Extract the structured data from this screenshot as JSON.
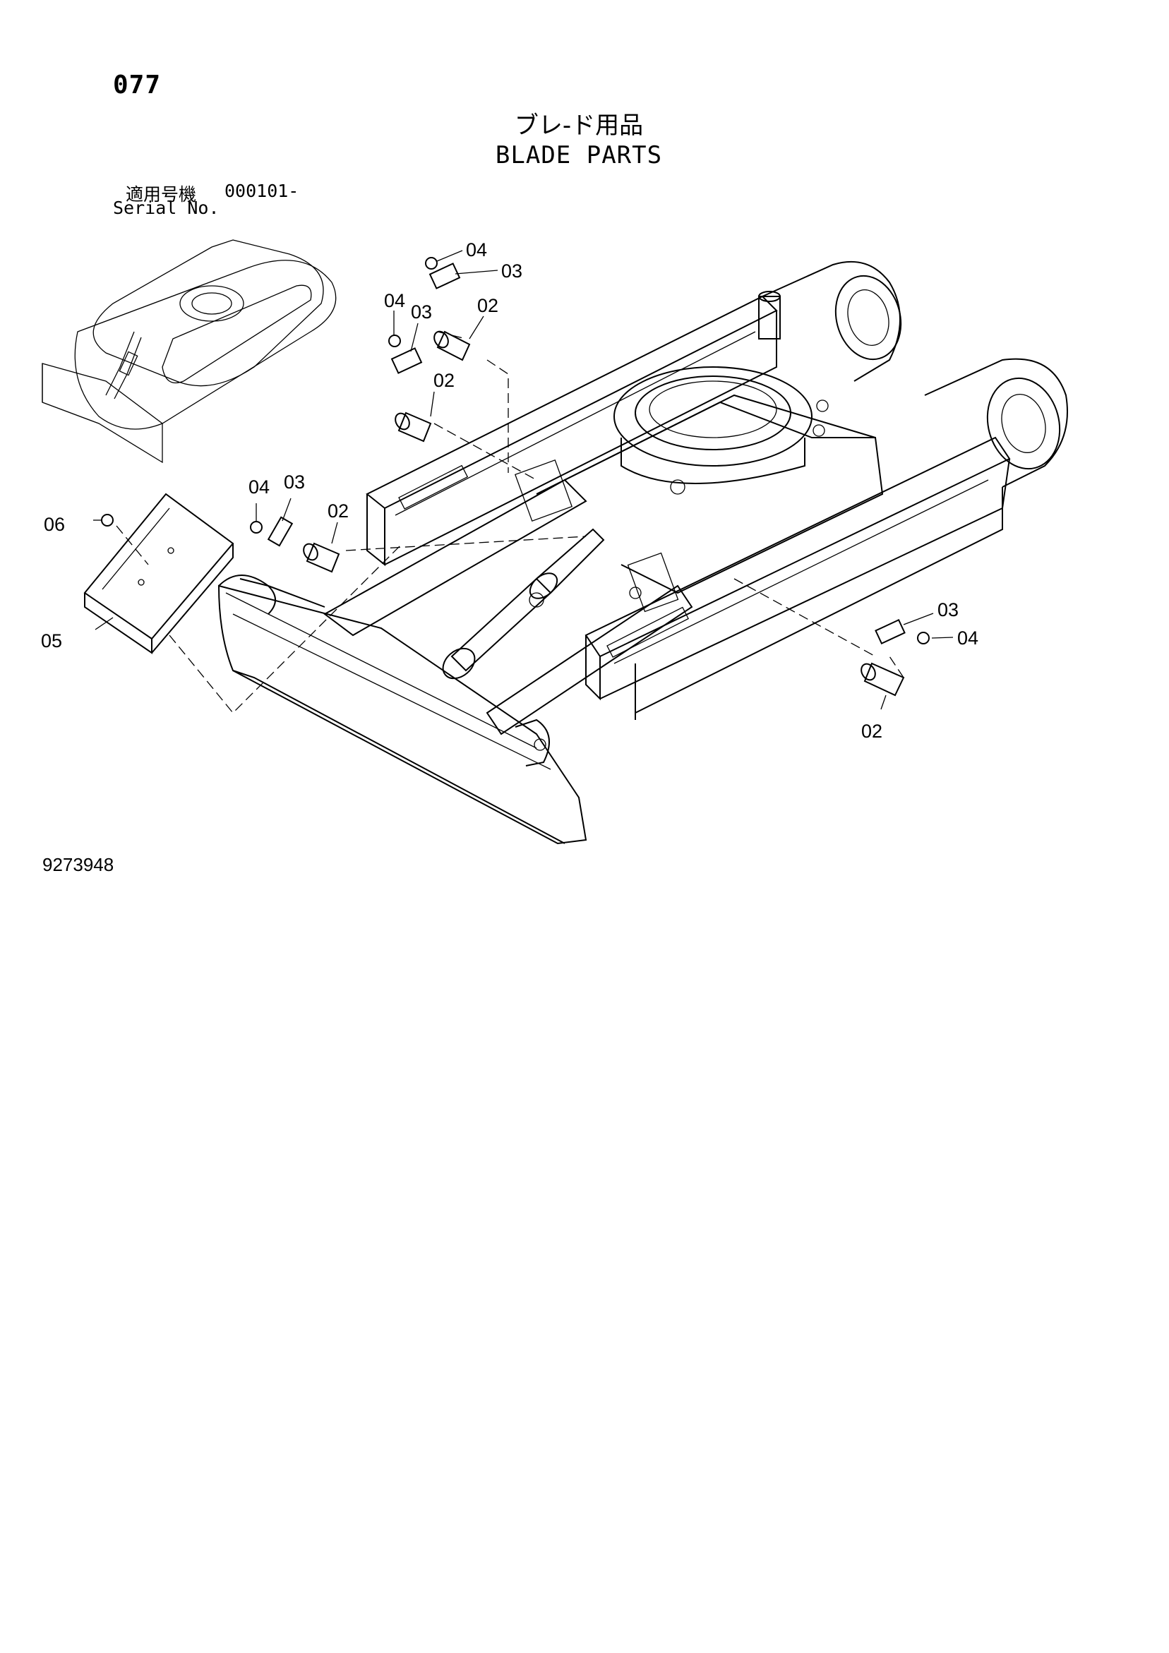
{
  "header": {
    "page_number": "077",
    "title_jp": "ブレ-ド用品",
    "title_en": "BLADE PARTS",
    "serial_label_jp": "適用号機",
    "serial_range": "000101-",
    "serial_label_en": "Serial No."
  },
  "callouts": [
    {
      "id": "c1",
      "label": "04"
    },
    {
      "id": "c2",
      "label": "03"
    },
    {
      "id": "c3",
      "label": "04"
    },
    {
      "id": "c4",
      "label": "03"
    },
    {
      "id": "c5",
      "label": "02"
    },
    {
      "id": "c6",
      "label": "02"
    },
    {
      "id": "c7",
      "label": "04"
    },
    {
      "id": "c8",
      "label": "03"
    },
    {
      "id": "c9",
      "label": "02"
    },
    {
      "id": "c10",
      "label": "06"
    },
    {
      "id": "c11",
      "label": "05"
    },
    {
      "id": "c12",
      "label": "03"
    },
    {
      "id": "c13",
      "label": "04"
    },
    {
      "id": "c14",
      "label": "02"
    }
  ],
  "footer": {
    "drawing_code": "9273948"
  }
}
